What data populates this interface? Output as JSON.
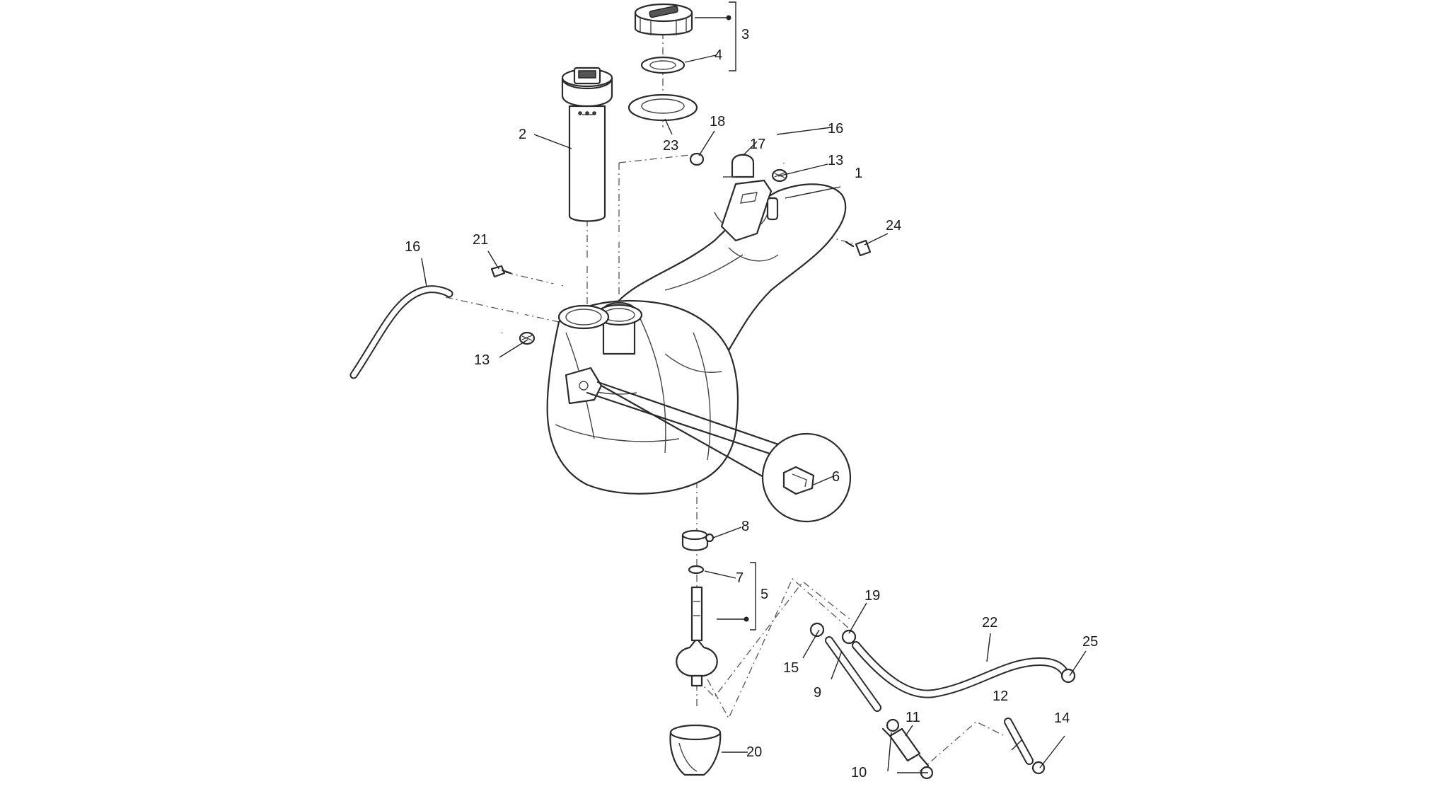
{
  "diagram": {
    "callouts": [
      {
        "id": "c1",
        "text": "1"
      },
      {
        "id": "c2",
        "text": "2"
      },
      {
        "id": "c3",
        "text": "3"
      },
      {
        "id": "c4",
        "text": "4"
      },
      {
        "id": "c5",
        "text": "5"
      },
      {
        "id": "c6",
        "text": "6"
      },
      {
        "id": "c7",
        "text": "7"
      },
      {
        "id": "c8",
        "text": "8"
      },
      {
        "id": "c9",
        "text": "9"
      },
      {
        "id": "c10",
        "text": "10"
      },
      {
        "id": "c11",
        "text": "11"
      },
      {
        "id": "c12",
        "text": "12"
      },
      {
        "id": "c13a",
        "text": "13"
      },
      {
        "id": "c13b",
        "text": "13"
      },
      {
        "id": "c14",
        "text": "14"
      },
      {
        "id": "c15",
        "text": "15"
      },
      {
        "id": "c16a",
        "text": "16"
      },
      {
        "id": "c16b",
        "text": "16"
      },
      {
        "id": "c17",
        "text": "17"
      },
      {
        "id": "c18",
        "text": "18"
      },
      {
        "id": "c19",
        "text": "19"
      },
      {
        "id": "c20",
        "text": "20"
      },
      {
        "id": "c21",
        "text": "21"
      },
      {
        "id": "c22",
        "text": "22"
      },
      {
        "id": "c23",
        "text": "23"
      },
      {
        "id": "c24",
        "text": "24"
      },
      {
        "id": "c25",
        "text": "25"
      }
    ]
  }
}
